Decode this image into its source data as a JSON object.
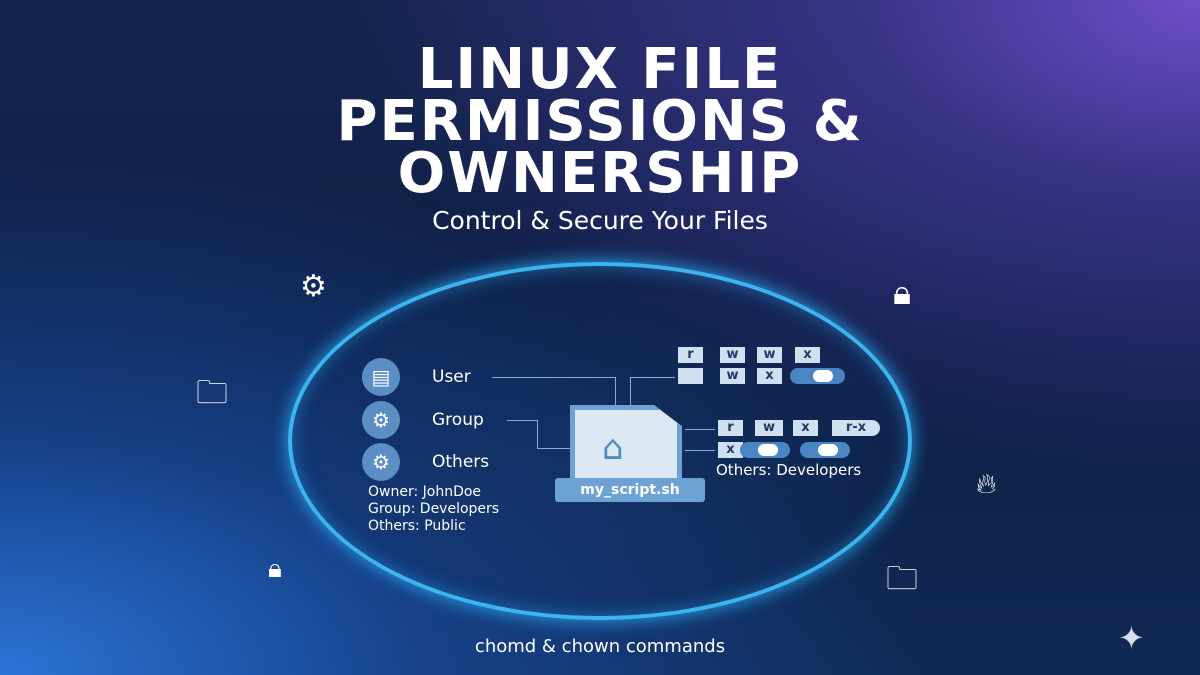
{
  "title": {
    "line1": "LINUX FILE",
    "line2": "PERMISSIONS &",
    "line3": "OWNERSHIP"
  },
  "subtitle": "Control & Secure Your Files",
  "roles": [
    {
      "label": "User",
      "icon": "id-card-icon"
    },
    {
      "label": "Group",
      "icon": "gear-icon"
    },
    {
      "label": "Others",
      "icon": "gear-icon"
    }
  ],
  "ownership": {
    "owner": "Owner: JohnDoe",
    "group": "Group: Developers",
    "others": "Others: Public"
  },
  "file": {
    "name": "my_script.sh",
    "icon": "home-icon"
  },
  "permissions": {
    "row1": [
      "r",
      "w",
      "w",
      "x"
    ],
    "row2": [
      "",
      "w",
      "x"
    ],
    "row3": [
      "r",
      "w",
      "x",
      "r-x"
    ],
    "row4": [
      "x"
    ]
  },
  "others_caption": "Others: Developers",
  "footer": "chomd & chown commands",
  "colors": {
    "ring": "#3cb4f0",
    "accent": "#5b8fc4",
    "background": "#0d1f44"
  }
}
